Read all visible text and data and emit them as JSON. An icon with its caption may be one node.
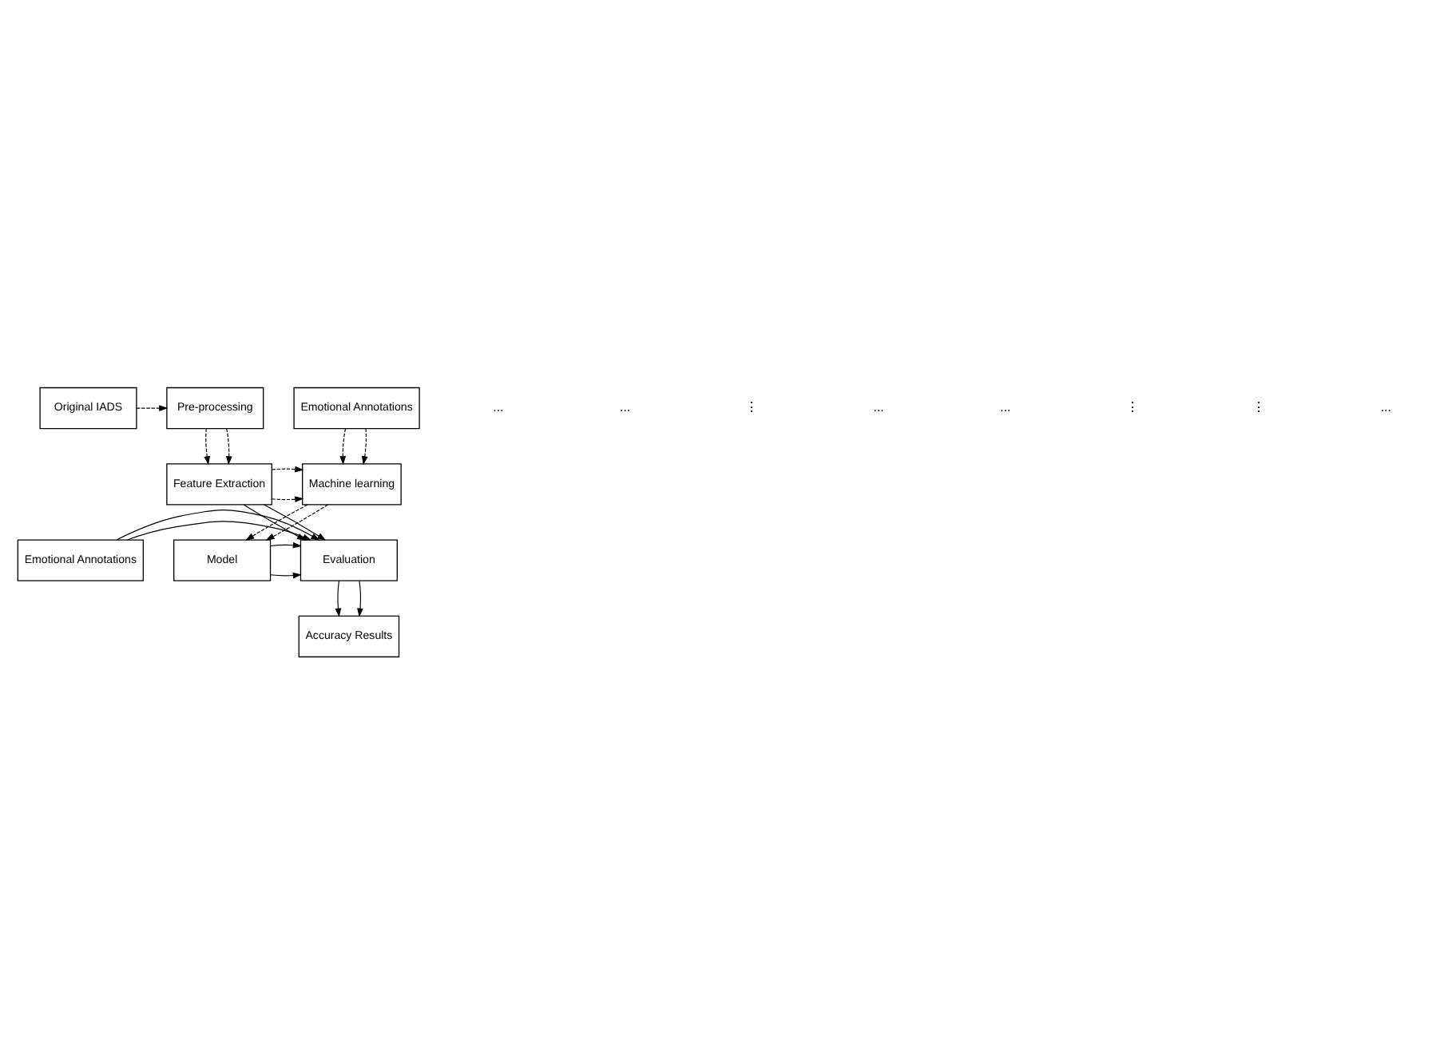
{
  "diagram": {
    "nodes": [
      {
        "text": [
          "Original IADS"
        ]
      },
      {
        "text": [
          "Pre-processing"
        ]
      },
      {
        "text": [
          "Emotional Annotations"
        ]
      },
      {
        "text": [
          "Feature Extraction"
        ]
      },
      {
        "text": [
          "Machine learning"
        ]
      },
      {
        "text": [
          "Emotional Annotations"
        ]
      },
      {
        "text": [
          "Evaluation"
        ]
      },
      {
        "text": [
          "Model"
        ]
      },
      {
        "text": [
          "Accuracy Results"
        ]
      }
    ],
    "edges": [
      {
        "from": 0,
        "to": 1,
        "arrow": "to",
        "style": "dashed"
      },
      {
        "from": 1,
        "to": 3,
        "arrow": "to",
        "style": "dashed"
      },
      {
        "from": 1,
        "to": 3,
        "arrow": "to",
        "style": "dashed"
      },
      {
        "from": 2,
        "to": 4,
        "arrow": "to",
        "style": "dashed"
      },
      {
        "from": 2,
        "to": 4,
        "arrow": "to",
        "style": "dashed"
      },
      {
        "from": 3,
        "to": 4,
        "arrow": "to",
        "style": "dashed"
      },
      {
        "from": 3,
        "to": 4,
        "arrow": "to",
        "style": "dashed"
      },
      {
        "from": 3,
        "to": 6,
        "arrow": "to"
      },
      {
        "from": 3,
        "to": 6,
        "arrow": "to"
      },
      {
        "from": 4,
        "to": 7,
        "arrow": "to",
        "style": "dashed"
      },
      {
        "from": 4,
        "to": 7,
        "arrow": "to",
        "style": "dashed"
      },
      {
        "from": 5,
        "to": 6,
        "arrow": "to"
      },
      {
        "from": 5,
        "to": 6,
        "arrow": "to"
      },
      {
        "from": 7,
        "to": 6,
        "arrow": "to"
      },
      {
        "from": 7,
        "to": 6,
        "arrow": "to"
      },
      {
        "from": 6,
        "to": 8,
        "arrow": "to"
      },
      {
        "from": 6,
        "to": 8,
        "arrow": "to"
      }
    ],
    "labels": [
      "...",
      "...",
      "⋮",
      "...",
      "...",
      "⋮",
      "⋮",
      "..."
    ]
  }
}
